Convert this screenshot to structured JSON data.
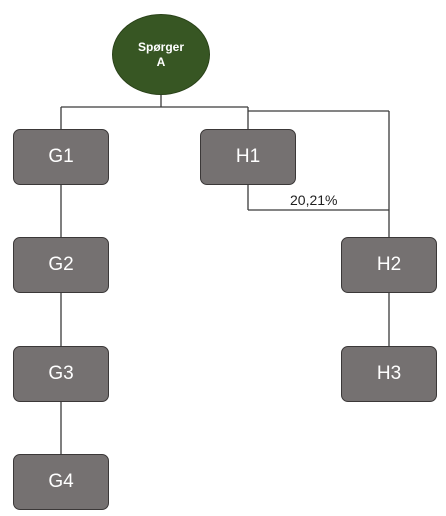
{
  "root": {
    "line1": "Spørger",
    "line2": "A",
    "color": "#375623"
  },
  "node_color": "#757171",
  "nodes": [
    {
      "id": "G1",
      "label": "G1"
    },
    {
      "id": "G2",
      "label": "G2"
    },
    {
      "id": "G3",
      "label": "G3"
    },
    {
      "id": "G4",
      "label": "G4"
    },
    {
      "id": "H1",
      "label": "H1"
    },
    {
      "id": "H2",
      "label": "H2"
    },
    {
      "id": "H3",
      "label": "H3"
    }
  ],
  "edges": [
    {
      "from": "Spørger A",
      "to": "G1"
    },
    {
      "from": "Spørger A",
      "to": "H1"
    },
    {
      "from": "Spørger A",
      "to": "H2"
    },
    {
      "from": "G1",
      "to": "G2"
    },
    {
      "from": "G2",
      "to": "G3"
    },
    {
      "from": "G3",
      "to": "G4"
    },
    {
      "from": "H1",
      "to": "H2",
      "label": "20,21%"
    },
    {
      "from": "H2",
      "to": "H3"
    }
  ]
}
